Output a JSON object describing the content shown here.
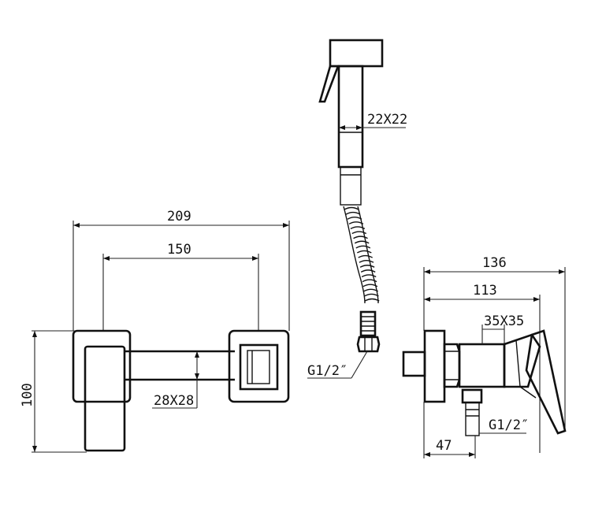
{
  "left_view": {
    "overall_width": "209",
    "center_distance": "150",
    "height": "100",
    "bar_section": "28X28"
  },
  "handheld_view": {
    "handle_section": "22X22",
    "hose_thread": "G1/2″"
  },
  "side_view": {
    "overall_depth": "136",
    "body_depth": "113",
    "body_section": "35X35",
    "outlet_thread": "G1/2″",
    "outlet_offset": "47"
  }
}
